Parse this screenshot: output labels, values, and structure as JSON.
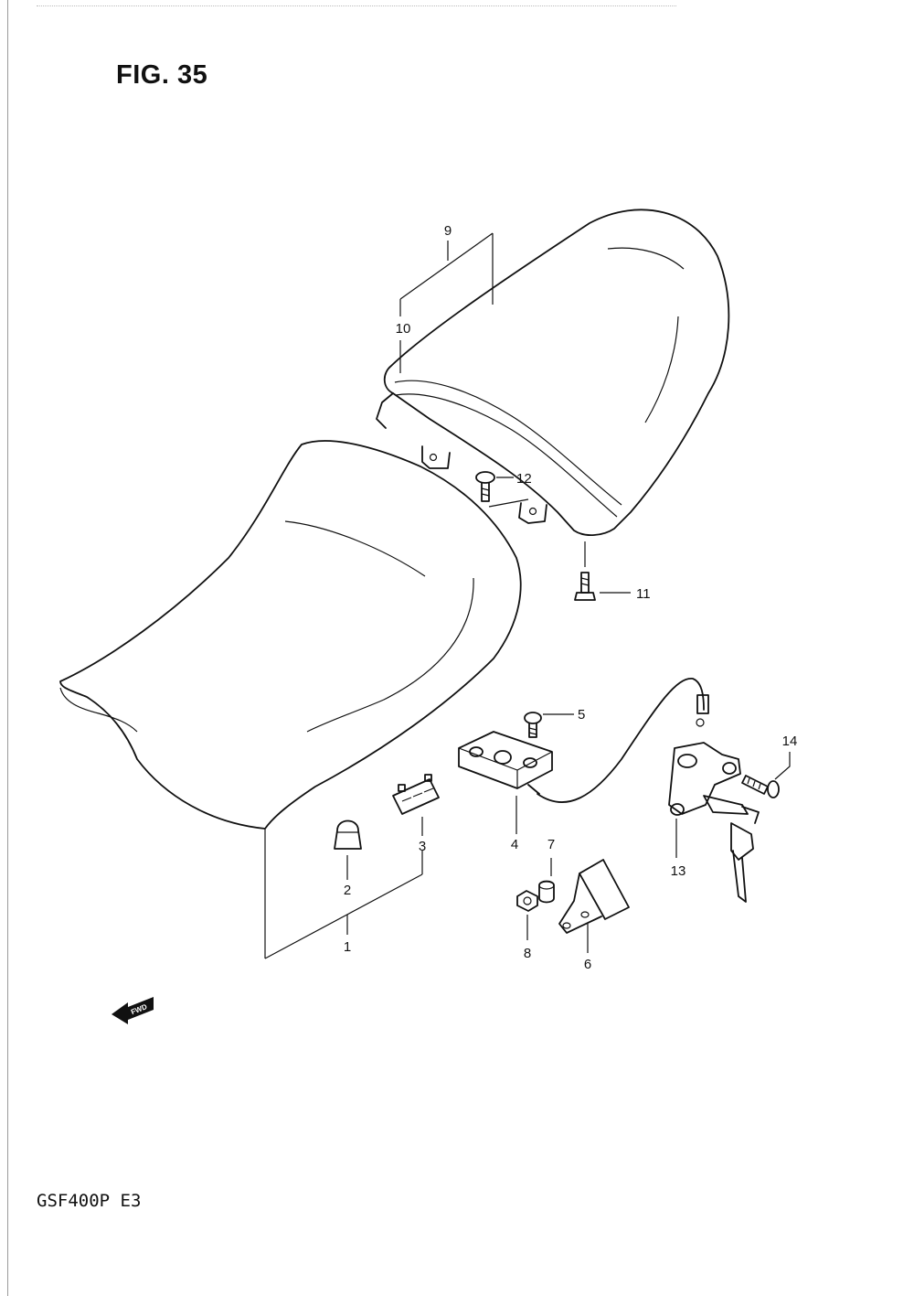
{
  "figure": {
    "title": "FIG. 35",
    "model_code": "GSF400P  E3"
  },
  "callouts": {
    "c1": "1",
    "c2": "2",
    "c3": "3",
    "c4": "4",
    "c5": "5",
    "c6": "6",
    "c7": "7",
    "c8": "8",
    "c9": "9",
    "c10": "10",
    "c11": "11",
    "c12": "12",
    "c13": "13",
    "c14": "14"
  },
  "direction_marker": {
    "label": "FWD",
    "icon": "fwd-arrow-icon"
  }
}
